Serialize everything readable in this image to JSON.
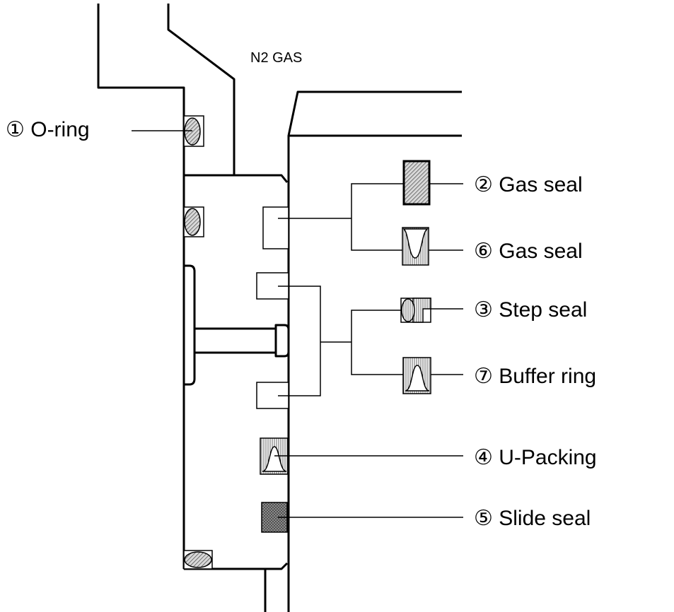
{
  "diagram": {
    "gas_label": "N2 GAS",
    "callouts": {
      "o_ring": "① O-ring",
      "gas_seal_2": "② Gas seal",
      "gas_seal_6": "⑥ Gas seal",
      "step_seal": "③ Step seal",
      "buffer_ring": "⑦ Buffer ring",
      "u_packing": "④ U-Packing",
      "slide_seal": "⑤ Slide seal"
    }
  }
}
